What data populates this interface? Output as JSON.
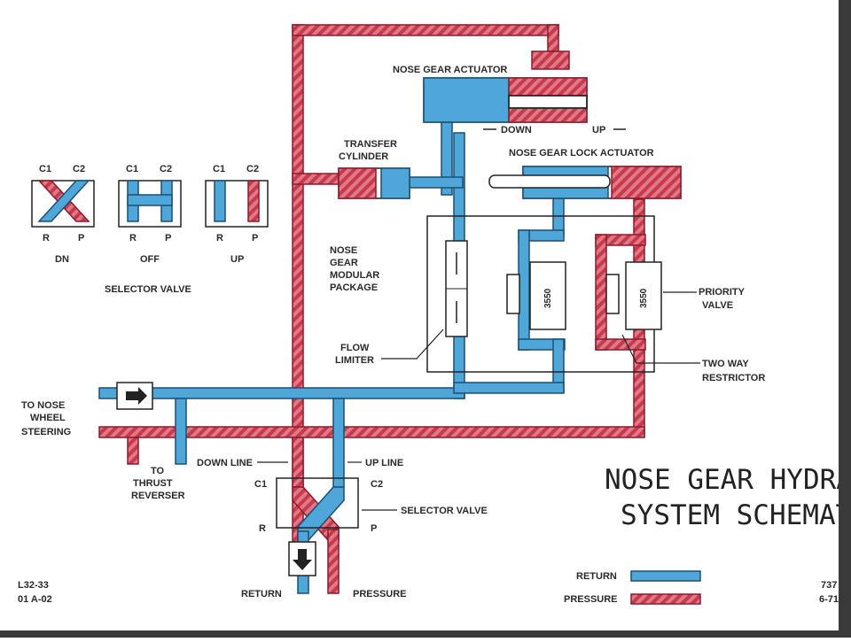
{
  "title_line1": "NOSE GEAR HYDRAULIC",
  "title_line2": "SYSTEM SCHEMATIC",
  "labels": {
    "nose_gear_actuator": "NOSE GEAR ACTUATOR",
    "down": "DOWN",
    "up": "UP",
    "transfer_line1": "TRANSFER",
    "transfer_line2": "CYLINDER",
    "lock_actuator": "NOSE GEAR LOCK ACTUATOR",
    "modular_1": "NOSE",
    "modular_2": "GEAR",
    "modular_3": "MODULAR",
    "modular_4": "PACKAGE",
    "flow_1": "FLOW",
    "flow_2": "LIMITER",
    "priority_1": "PRIORITY",
    "priority_2": "VALVE",
    "twoway_1": "TWO WAY",
    "twoway_2": "RESTRICTOR",
    "valve_num_left": "3550",
    "valve_num_right": "3550",
    "steer_1": "TO NOSE",
    "steer_2": "WHEEL",
    "steer_3": "STEERING",
    "thrust_1": "TO",
    "thrust_2": "THRUST",
    "thrust_3": "REVERSER",
    "down_line": "DOWN LINE",
    "up_line": "UP LINE",
    "c1": "C1",
    "c2": "C2",
    "r": "R",
    "p": "P",
    "selector_valve_main": "SELECTOR VALVE",
    "return_main": "RETURN",
    "pressure_main": "PRESSURE",
    "selector_valve_legend": "SELECTOR VALVE",
    "sv_dn": "DN",
    "sv_off": "OFF",
    "sv_up": "UP",
    "code_1": "L32-33",
    "code_2": "01 A-02",
    "ref_1": "737",
    "ref_2": "6-71"
  },
  "legend": {
    "return": "RETURN",
    "pressure": "PRESSURE"
  },
  "colors": {
    "return": "#4fa6d9",
    "pressure": "#d44a5c",
    "outline": "#222222"
  }
}
